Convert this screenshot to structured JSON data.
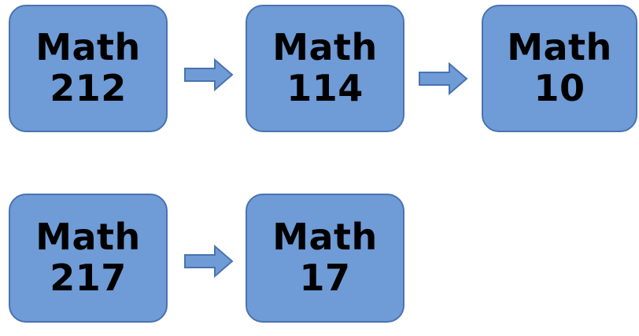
{
  "colors": {
    "box_fill": "#6f9bd6",
    "box_border": "#4a73b0",
    "text": "#000000",
    "arrow_fill": "#6f9bd6",
    "arrow_border": "#4a73b0"
  },
  "rows": [
    {
      "boxes": [
        {
          "line1": "Math",
          "line2": "212"
        },
        {
          "line1": "Math",
          "line2": "114"
        },
        {
          "line1": "Math",
          "line2": "10"
        }
      ],
      "arrows": [
        "right-arrow-icon",
        "right-arrow-icon"
      ]
    },
    {
      "boxes": [
        {
          "line1": "Math",
          "line2": "217"
        },
        {
          "line1": "Math",
          "line2": "17"
        }
      ],
      "arrows": [
        "right-arrow-icon"
      ]
    }
  ]
}
